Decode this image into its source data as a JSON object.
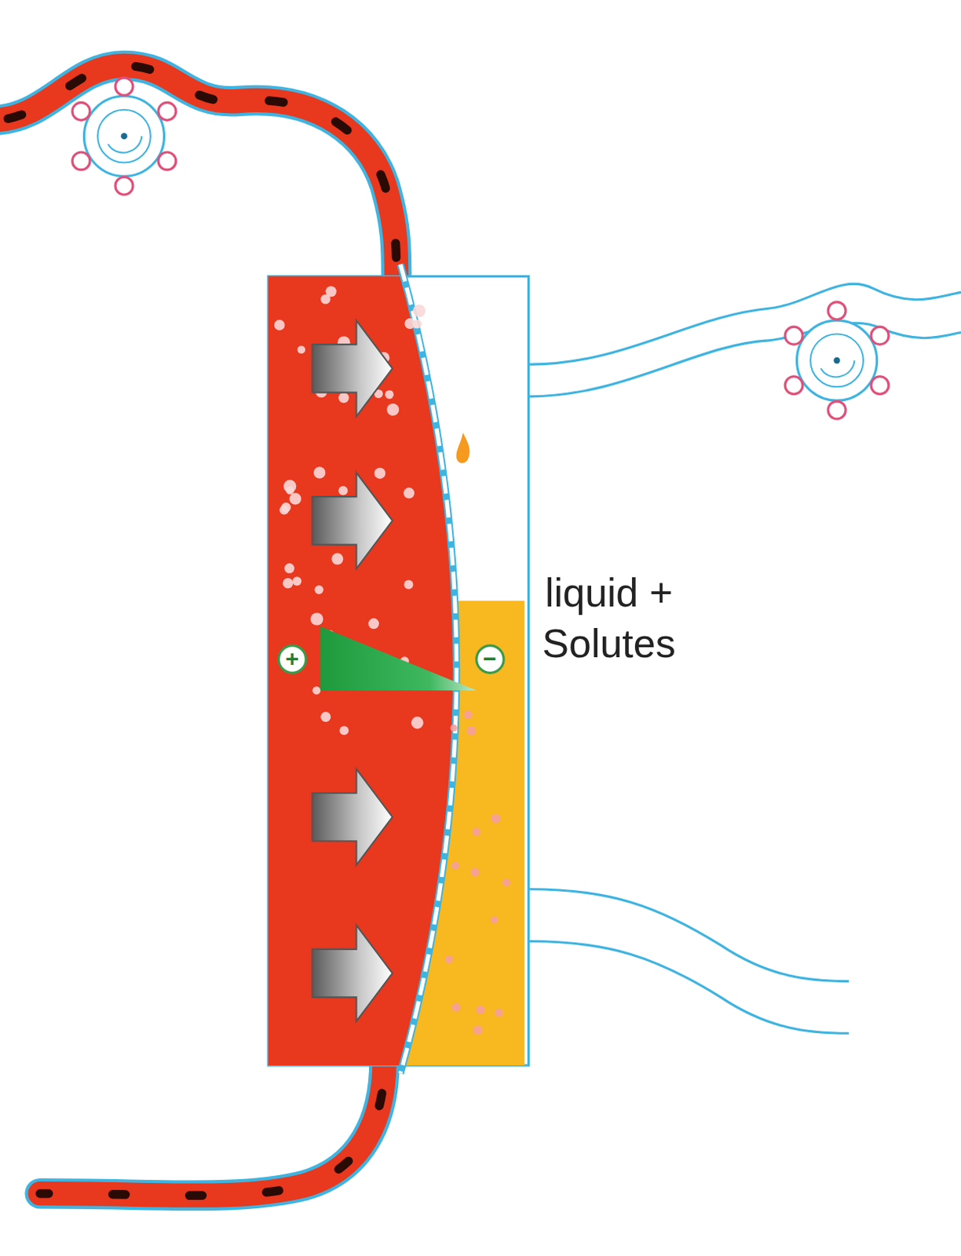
{
  "diagram": {
    "labels": [
      "+",
      "−",
      "liquid + Solutes"
    ]
  }
}
